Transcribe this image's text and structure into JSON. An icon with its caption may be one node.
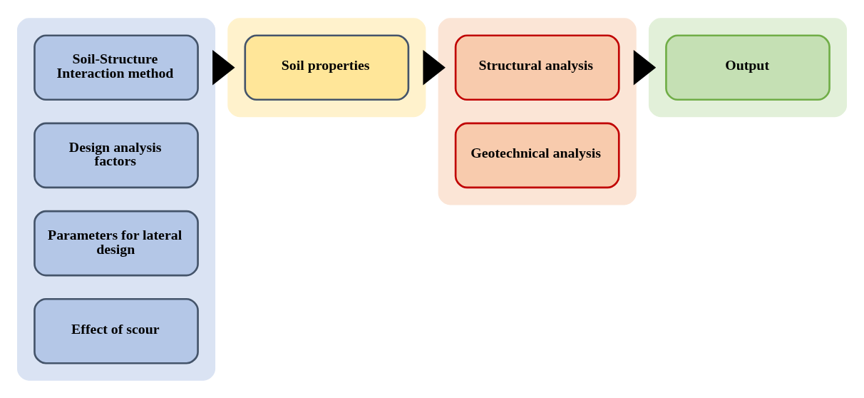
{
  "diagram": {
    "nodes": [
      {
        "text": [],
        "shape": "box"
      },
      {
        "text": [
          "Soil-Structure Interaction method"
        ],
        "in": 0
      },
      {
        "text": [
          "Design analysis factors"
        ],
        "in": 0
      },
      {
        "text": [
          "Parameters for lateral design"
        ],
        "in": 0
      },
      {
        "text": [
          "Effect of scour"
        ],
        "in": 0
      },
      {
        "text": [],
        "shape": "box"
      },
      {
        "text": [
          "Soil properties"
        ],
        "in": 5
      },
      {
        "text": [],
        "shape": "box"
      },
      {
        "text": [
          "Structural analysis"
        ],
        "in": 7
      },
      {
        "text": [
          "Geotechnical analysis"
        ],
        "in": 7
      },
      {
        "text": [],
        "shape": "box"
      },
      {
        "text": [
          "Output"
        ],
        "in": 10
      }
    ],
    "edges": [
      {
        "from": 0,
        "to": 5,
        "arrow": "to",
        "style": "thick"
      },
      {
        "from": 5,
        "to": 7,
        "arrow": "to",
        "style": "thick"
      },
      {
        "from": 7,
        "to": 10,
        "arrow": "to",
        "style": "thick"
      }
    ]
  }
}
